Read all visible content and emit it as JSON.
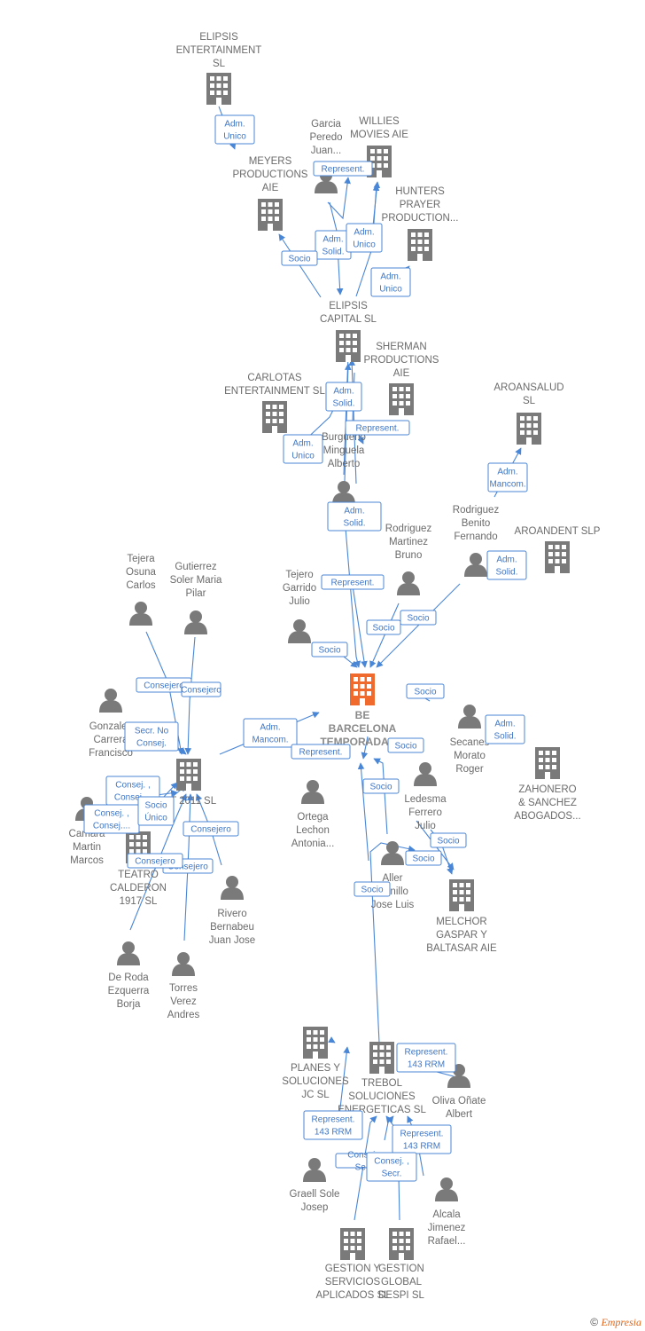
{
  "colors": {
    "edge": "#4a86d6",
    "icon": "#7a7a7a",
    "icon_main": "#f06a2e",
    "text": "#6b6b6b"
  },
  "copyright": {
    "symbol": "©",
    "brand": "Empresia"
  },
  "nodes": [
    {
      "id": "elipsis_ent",
      "type": "company",
      "lines": [
        "ELIPSIS",
        "ENTERTAINMENT",
        "SL"
      ]
    },
    {
      "id": "garcia",
      "type": "person",
      "lines": [
        "Garcia",
        "Peredo",
        "Juan..."
      ]
    },
    {
      "id": "willies",
      "type": "company",
      "lines": [
        "WILLIES",
        "MOVIES  AIE"
      ]
    },
    {
      "id": "meyers",
      "type": "company",
      "lines": [
        "MEYERS",
        "PRODUCTIONS",
        "AIE"
      ]
    },
    {
      "id": "hunters",
      "type": "company",
      "lines": [
        "HUNTERS",
        "PRAYER",
        "PRODUCTION..."
      ]
    },
    {
      "id": "elipsis_cap",
      "type": "company",
      "lines": [
        "ELIPSIS",
        "CAPITAL  SL"
      ]
    },
    {
      "id": "sherman",
      "type": "company",
      "lines": [
        "SHERMAN",
        "PRODUCTIONS",
        "AIE"
      ]
    },
    {
      "id": "carlotas",
      "type": "company",
      "lines": [
        "CARLOTAS",
        "ENTERTAINMENT SL"
      ]
    },
    {
      "id": "aroansalud",
      "type": "company",
      "lines": [
        "AROANSALUD",
        "SL"
      ]
    },
    {
      "id": "burgueno",
      "type": "person",
      "lines": [
        "Burgueño",
        "Minguela",
        "Alberto"
      ]
    },
    {
      "id": "rod_benito",
      "type": "person",
      "lines": [
        "Rodriguez",
        "Benito",
        "Fernando"
      ]
    },
    {
      "id": "aroandent",
      "type": "company",
      "lines": [
        "AROANDENT SLP"
      ]
    },
    {
      "id": "rod_martinez",
      "type": "person",
      "lines": [
        "Rodriguez",
        "Martinez",
        "Bruno"
      ]
    },
    {
      "id": "tejera",
      "type": "person",
      "lines": [
        "Tejera",
        "Osuna",
        "Carlos"
      ]
    },
    {
      "id": "gutierrez",
      "type": "person",
      "lines": [
        "Gutierrez",
        "Soler Maria",
        "Pilar"
      ]
    },
    {
      "id": "tejero",
      "type": "person",
      "lines": [
        "Tejero",
        "Garrido",
        "Julio"
      ]
    },
    {
      "id": "be_barcelona",
      "type": "main",
      "lines": [
        "BE",
        "BARCELONA",
        "TEMPORADAS..."
      ]
    },
    {
      "id": "gonzalez",
      "type": "person",
      "lines": [
        "Gonzalez",
        "Carrera",
        "Francisco"
      ]
    },
    {
      "id": "secanes",
      "type": "person",
      "lines": [
        "Secanes",
        "Morato",
        "Roger"
      ]
    },
    {
      "id": "zahonero",
      "type": "company",
      "lines": [
        "ZAHONERO",
        "& SANCHEZ",
        "ABOGADOS..."
      ]
    },
    {
      "id": "fit2011",
      "type": "company",
      "lines": [
        "FIT 2011 SL"
      ]
    },
    {
      "id": "ortega",
      "type": "person",
      "lines": [
        "Ortega",
        "Lechon",
        "Antonia..."
      ]
    },
    {
      "id": "ledesma",
      "type": "person",
      "lines": [
        "Ledesma",
        "Ferrero",
        "Julio"
      ]
    },
    {
      "id": "camara",
      "type": "person",
      "lines": [
        "Camara",
        "Martin",
        "Marcos"
      ]
    },
    {
      "id": "teatro",
      "type": "company",
      "lines": [
        "TEATRO",
        "CALDERON",
        "1917  SL"
      ]
    },
    {
      "id": "aller",
      "type": "person",
      "lines": [
        "Aller",
        "Ganillo",
        "Jose Luis"
      ]
    },
    {
      "id": "melchor",
      "type": "company",
      "lines": [
        "MELCHOR",
        "GASPAR Y",
        "BALTASAR AIE"
      ]
    },
    {
      "id": "rivero",
      "type": "person",
      "lines": [
        "Rivero",
        "Bernabeu",
        "Juan Jose"
      ]
    },
    {
      "id": "deroda",
      "type": "person",
      "lines": [
        "De Roda",
        "Ezquerra",
        "Borja"
      ]
    },
    {
      "id": "torres",
      "type": "person",
      "lines": [
        "Torres",
        "Verez",
        "Andres"
      ]
    },
    {
      "id": "planes",
      "type": "company",
      "lines": [
        "PLANES Y",
        "SOLUCIONES",
        "JC  SL"
      ]
    },
    {
      "id": "trebol",
      "type": "company",
      "lines": [
        "TREBOL",
        "SOLUCIONES",
        "ENERGETICAS SL"
      ]
    },
    {
      "id": "oliva",
      "type": "person",
      "lines": [
        "Oliva Oñate",
        "Albert"
      ]
    },
    {
      "id": "graell",
      "type": "person",
      "lines": [
        "Graell Sole",
        "Josep"
      ]
    },
    {
      "id": "alcala",
      "type": "person",
      "lines": [
        "Alcala",
        "Jimenez",
        "Rafael..."
      ]
    },
    {
      "id": "gestion_serv",
      "type": "company",
      "lines": [
        "GESTION Y",
        "SERVICIOS",
        "APLICADOS  SL"
      ]
    },
    {
      "id": "gestion_global",
      "type": "company",
      "lines": [
        "GESTION",
        "GLOBAL",
        "DESPI  SL"
      ]
    }
  ],
  "edge_labels": [
    [
      "Adm.",
      "Unico"
    ],
    [
      "Represent."
    ],
    [
      "Adm.",
      "Solid."
    ],
    [
      "Adm.",
      "Unico"
    ],
    [
      "Socio"
    ],
    [
      "Adm.",
      "Unico"
    ],
    [
      "Adm.",
      "Solid."
    ],
    [
      "Represent."
    ],
    [
      "Adm.",
      "Unico"
    ],
    [
      "Adm.",
      "Solid."
    ],
    [
      "Adm.",
      "Mancom."
    ],
    [
      "Adm.",
      "Solid."
    ],
    [
      "Represent."
    ],
    [
      "Socio"
    ],
    [
      "Socio"
    ],
    [
      "Socio"
    ],
    [
      "Consejero"
    ],
    [
      "Consejero"
    ],
    [
      "Socio"
    ],
    [
      "Adm.",
      "Solid."
    ],
    [
      "Secr.  No",
      "Consej."
    ],
    [
      "Adm.",
      "Mancom."
    ],
    [
      "Represent."
    ],
    [
      "Socio"
    ],
    [
      "Socio"
    ],
    [
      "Consej. ,",
      "Consej...."
    ],
    [
      "Consej. ,",
      "Consej...."
    ],
    [
      "Socio",
      "Único"
    ],
    [
      "Consejero"
    ],
    [
      "Consejero"
    ],
    [
      "Consejero"
    ],
    [
      "Socio"
    ],
    [
      "Socio"
    ],
    [
      "Socio"
    ],
    [
      "Represent.",
      "143 RRM"
    ],
    [
      "Represent.",
      "143 RRM"
    ],
    [
      "Represent.",
      "143 RRM"
    ],
    [
      "Consej. ,",
      "Secr."
    ],
    [
      "Consej. ,",
      "Secr."
    ]
  ]
}
